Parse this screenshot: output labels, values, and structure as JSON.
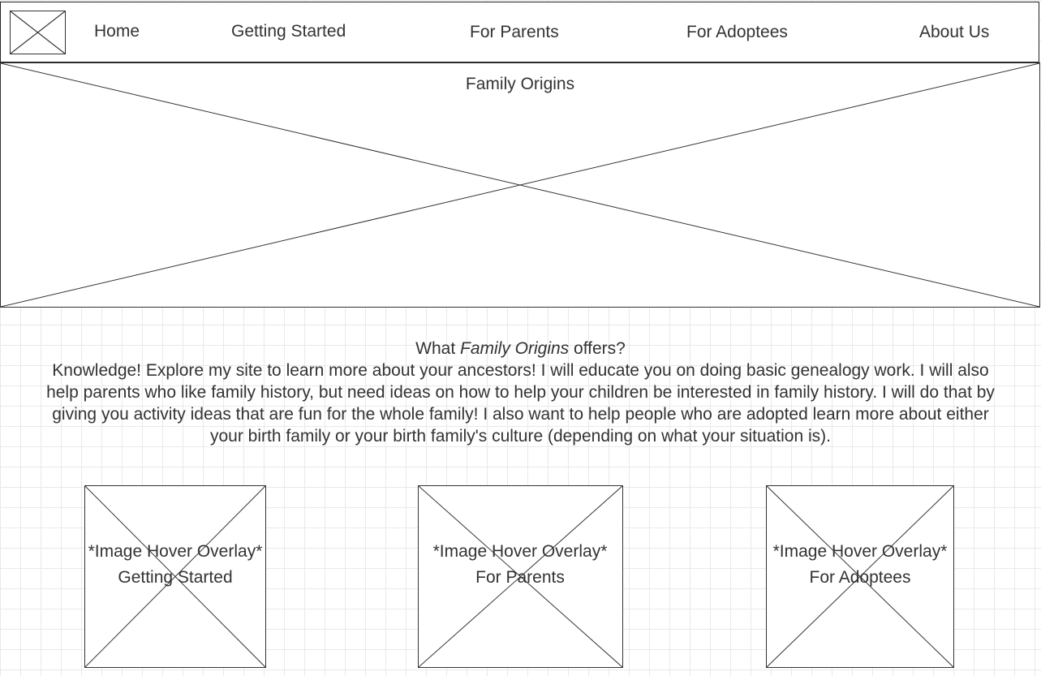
{
  "nav": {
    "logo_icon": "image-placeholder-icon",
    "items": [
      "Home",
      "Getting Started",
      "For Parents",
      "For Adoptees",
      "About Us"
    ]
  },
  "hero": {
    "title": "Family Origins"
  },
  "intro": {
    "question_prefix": "What ",
    "question_site": "Family Origins",
    "question_suffix": " offers?",
    "body": "Knowledge! Explore my site to learn more about your ancestors! I will educate you on doing basic genealogy work. I will also help parents who like family history, but need ideas on how to help your children be interested in family history. I will do that by giving you activity ideas that are fun for the whole family! I also want to help people who are adopted learn more about either your birth family or your birth family's culture (depending on what your situation is)."
  },
  "cards": [
    {
      "overlay": "*Image Hover Overlay*",
      "label": "Getting Started"
    },
    {
      "overlay": "*Image Hover Overlay*",
      "label": "For Parents"
    },
    {
      "overlay": "*Image Hover Overlay*",
      "label": "For Adoptees"
    }
  ],
  "colors": {
    "stroke": "#333333",
    "grid": "#e9e9e9",
    "text": "#333333"
  }
}
